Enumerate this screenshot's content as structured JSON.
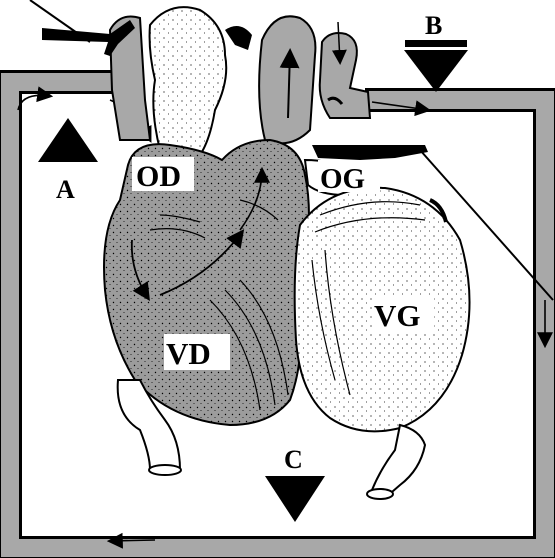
{
  "labels": {
    "od": "OD",
    "og": "OG",
    "vd": "VD",
    "vg": "VG"
  },
  "markers": {
    "a": "A",
    "b": "B",
    "c": "C"
  },
  "colors": {
    "vessel_gray": "#a8a8a8",
    "right_heart_gray": "#9c9c9c",
    "outline": "#000000",
    "background": "#ffffff"
  }
}
